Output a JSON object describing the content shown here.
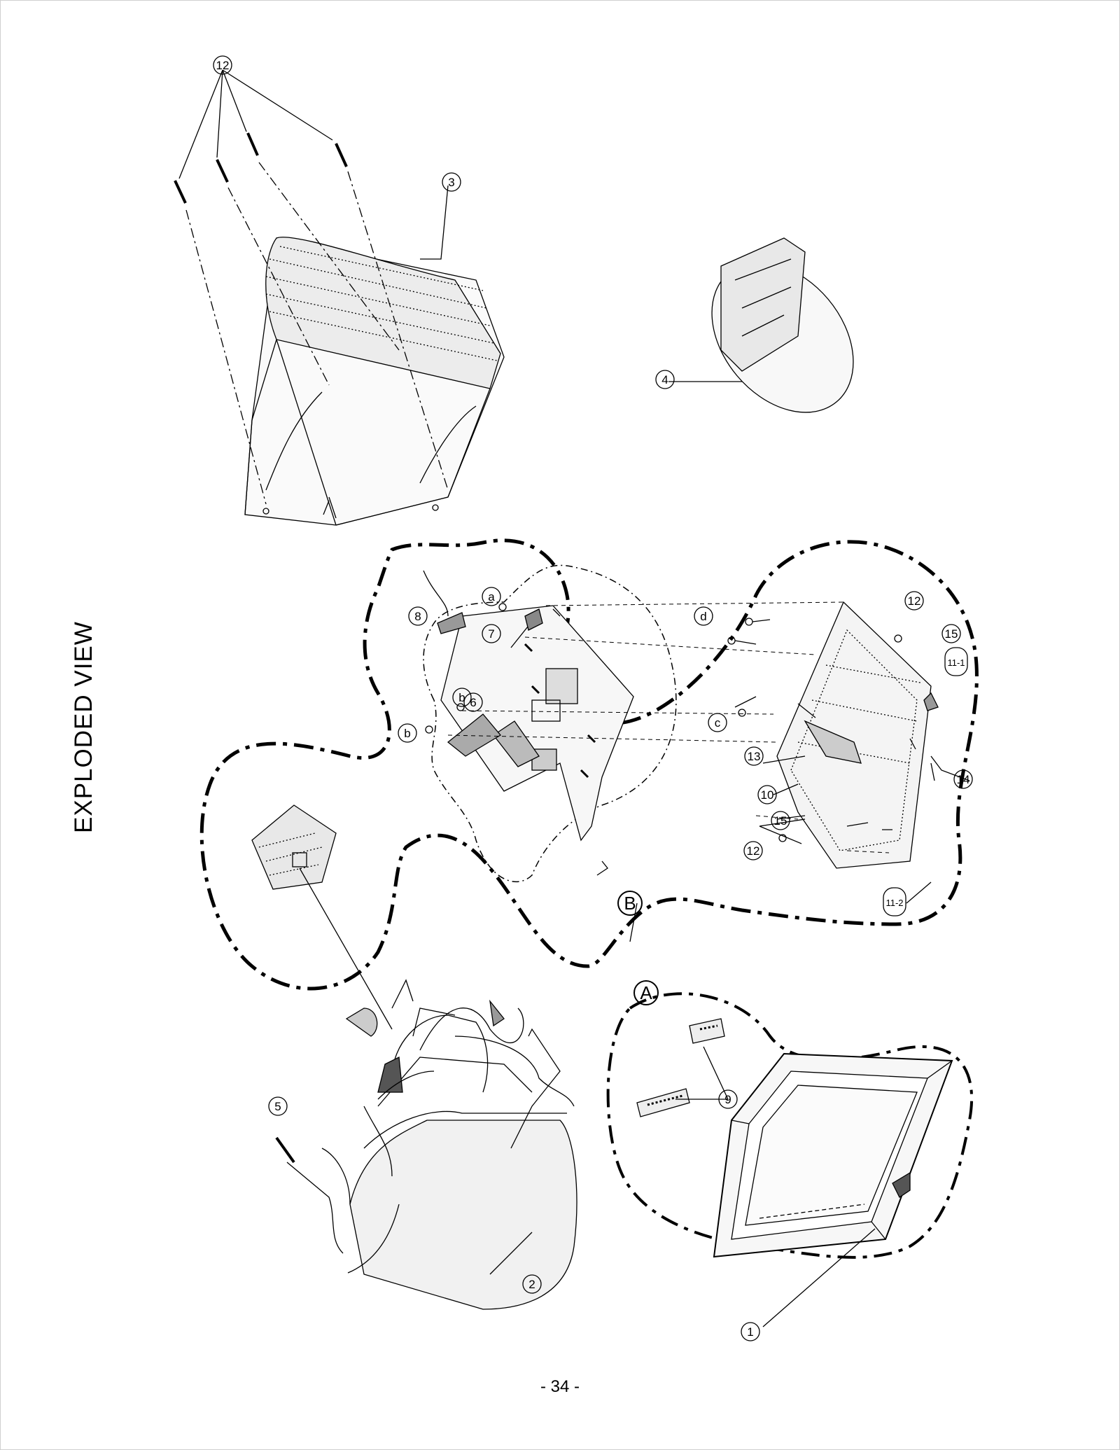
{
  "page": {
    "title": "EXPLODED VIEW",
    "page_number": "- 34 -"
  },
  "assembly_labels": [
    {
      "id": "A",
      "label": "A"
    },
    {
      "id": "B",
      "label": "B"
    }
  ],
  "callouts": [
    {
      "id": "c12_top",
      "label": "12"
    },
    {
      "id": "c3",
      "label": "3"
    },
    {
      "id": "c4",
      "label": "4"
    },
    {
      "id": "c8",
      "label": "8"
    },
    {
      "id": "ca",
      "label": "a"
    },
    {
      "id": "c7",
      "label": "7"
    },
    {
      "id": "cb1",
      "label": "b"
    },
    {
      "id": "cb2",
      "label": "b"
    },
    {
      "id": "c6",
      "label": "6"
    },
    {
      "id": "cd",
      "label": "d"
    },
    {
      "id": "c12_r",
      "label": "12"
    },
    {
      "id": "c15_r",
      "label": "15"
    },
    {
      "id": "c11_1",
      "label": "11-1"
    },
    {
      "id": "cc",
      "label": "c"
    },
    {
      "id": "c13",
      "label": "13"
    },
    {
      "id": "c10",
      "label": "10"
    },
    {
      "id": "c15_b",
      "label": "15"
    },
    {
      "id": "c14",
      "label": "14"
    },
    {
      "id": "c12_b",
      "label": "12"
    },
    {
      "id": "c11_2",
      "label": "11-2"
    },
    {
      "id": "c5",
      "label": "5"
    },
    {
      "id": "c2",
      "label": "2"
    },
    {
      "id": "c9",
      "label": "9"
    },
    {
      "id": "c1",
      "label": "1"
    }
  ]
}
